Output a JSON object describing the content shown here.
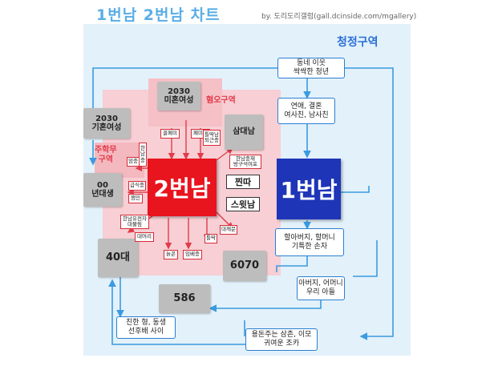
{
  "header": {
    "title": "1번남 2번남 차트",
    "credit": "by. 도리도리갤럼(gall.dcinside.com/mgallery)"
  },
  "zones": {
    "clean": "청정구역",
    "hate": "혐오구역",
    "caution": "주학무\n구역"
  },
  "main_nodes": {
    "one": "1번남",
    "two": "2번남"
  },
  "middle": {
    "jjinda": "찐따",
    "swit": "스윗남"
  },
  "gray_nodes": {
    "unmarried_woman_2030": "2030\n미혼여성",
    "married_woman_2030": "2030\n기혼여성",
    "thirties_male": "삼대남",
    "born_00s": "00\n년대생",
    "forties": "40대",
    "sixty_seventy": "6070",
    "five86": "586"
  },
  "white_nodes": {
    "young_man": "동네 이웃\n싹싹한 청년",
    "lovers": "연애, 결혼\n여사친, 남사친",
    "grandparents": "할아버지, 할머니\n기특한 손자",
    "parents": "아버지, 어머니\n우리 아들",
    "friends": "친한 형, 동생\n선후배 사이",
    "uncle": "용돈주는 삼촌, 이모\n귀여운 조카"
  },
  "red_tags": {
    "t_top1": "꼴페미",
    "t_top2": "페미충",
    "t_left1": "한남충",
    "t_left2": "엄충",
    "t_rtop": "틀딱남\n퇴근충",
    "t_rmid": "한남충재\n방구석여포",
    "t_l3": "급식충",
    "t_l4": "잼민",
    "t_l5": "한남유전자\n대물림",
    "t_l6": "대머리",
    "t_b1": "늙꼰",
    "t_b2": "임베충",
    "t_b3": "틀딱",
    "t_b4": "대깨문"
  },
  "colors": {
    "red": "#e8141e",
    "blue": "#1e35b8",
    "accent": "#2b7fd1"
  }
}
